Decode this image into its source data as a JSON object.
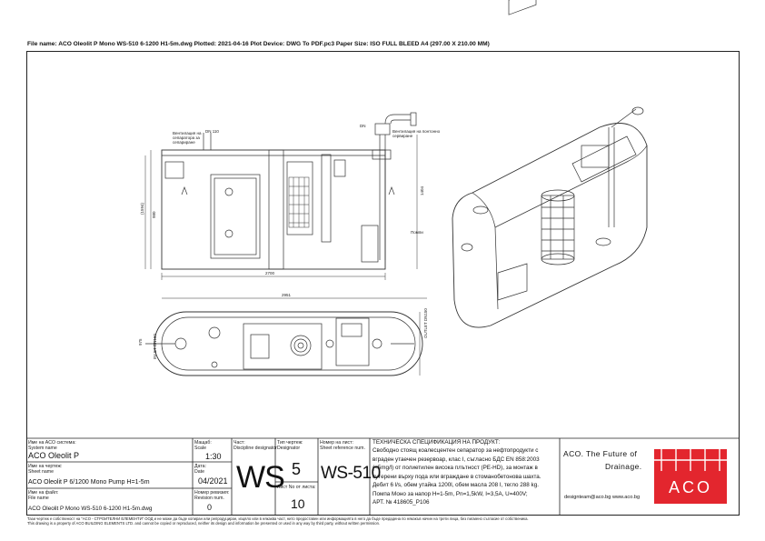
{
  "header": {
    "text": "File name: ACO Oleolit P Mono WS-510 6-1200 H1-5m.dwg   Plotted: 2021-04-16   Plot Device: DWG To PDF.pc3   Paper Size: ISO FULL BLEED A4 (297.00 X 210.00 MM)"
  },
  "drawing": {
    "labels": {
      "vent_left": "Вентилация на\nсепаратора за\nсепариране",
      "dn110": "DN 110",
      "vent_right": "Вентилация на понтонно\nсервиране",
      "pump": "Помпи",
      "dim_2700": "2700",
      "dim_2951": "2951",
      "dim_1404": "1404",
      "dim_980": "980",
      "dim_1594": "(1594)",
      "inlet": "INLET\nDN150",
      "outlet": "OUTLET\nDN150",
      "dim_975": "975",
      "dn_small": "DN"
    }
  },
  "title_block": {
    "system_label_bg": "Име на ACO система:",
    "system_label_en": "System name",
    "system_value": "ACO Oleolit P",
    "sheet_label_bg": "Име на чертеж:",
    "sheet_label_en": "Sheet name",
    "sheet_value": "ACO Oleolit P 6/1200 Mono Pump H=1-5m",
    "file_label_bg": "Име на файл:",
    "file_label_en": "File name",
    "file_value": "ACO Oleolit P Mono WS-510 6-1200 H1-5m.dwg",
    "scale_label_bg": "Мащаб:",
    "scale_label_en": "Scale",
    "scale_value": "1:30",
    "date_label_bg": "Дата:",
    "date_label_en": "Date",
    "date_value": "04/2021",
    "rev_label_bg": "Номер ревизия:",
    "rev_label_en": "Revision num.",
    "rev_value": "0",
    "part_label_bg": "Част:",
    "part_label_en": "Discipline designator",
    "part_value": "WS",
    "type_label_bg": "Тип чертеж:",
    "type_label_en": "Designator",
    "type_value": "5",
    "sheet_num_label_bg": "Номер на лист:",
    "sheet_num_label_en": "Sheet reference num.",
    "sheet_num_value": "WS-510",
    "sheets_label": "Лист No от листа:",
    "sheets_value": "10",
    "spec_title": "ТЕХНИЧЕСКА СПЕЦИФИКАЦИЯ НА ПРОДУКТ:",
    "spec_lines": [
      "Свободно стоящ коалесцентен сепаратор за нефтопродукти с",
      "вграден утаечен резервоар, клас I, съгласно БДС EN 858:2003",
      "(<5mg/l) от полиетилен висока плътност (PE-HD), за монтаж в",
      "сутерени върху пода или вграждане в стоманобетонова шахта.",
      "Дебит 6 l/s, обем утайка 1200l, обем масла 208 l, тегло 288 kg.",
      "Помпа Моно за напор H=1-5m, Pn=1,5kW, I=3,5A, U=400V;",
      "АРТ. № 418605_P106"
    ],
    "company_line1": "ACO. The Future of",
    "company_line2": "Drainage.",
    "contact": "designteam@aco.bg  www.aco.bg",
    "logo_text": "ACO",
    "logo_color": "#e3262e"
  },
  "footer": {
    "line1": "Тази чертеж е собственост на \"ACO - СТРОИТЕЛНИ ЕЛЕМЕНТИ\" ООД и не може да бъде копиран или репродуциран, изцяло или в някаква част, нито предоставен или информацията в него да бъде предадена по някакъв начин на трети лица, без писмено съгласие от собственика.",
    "line2": "This drawing is a property of ACO BUILDING ELEMENTS LTD. and cannot be copied or reproduced, neither its design and information be presented or used in any way by third party, without written permission."
  }
}
